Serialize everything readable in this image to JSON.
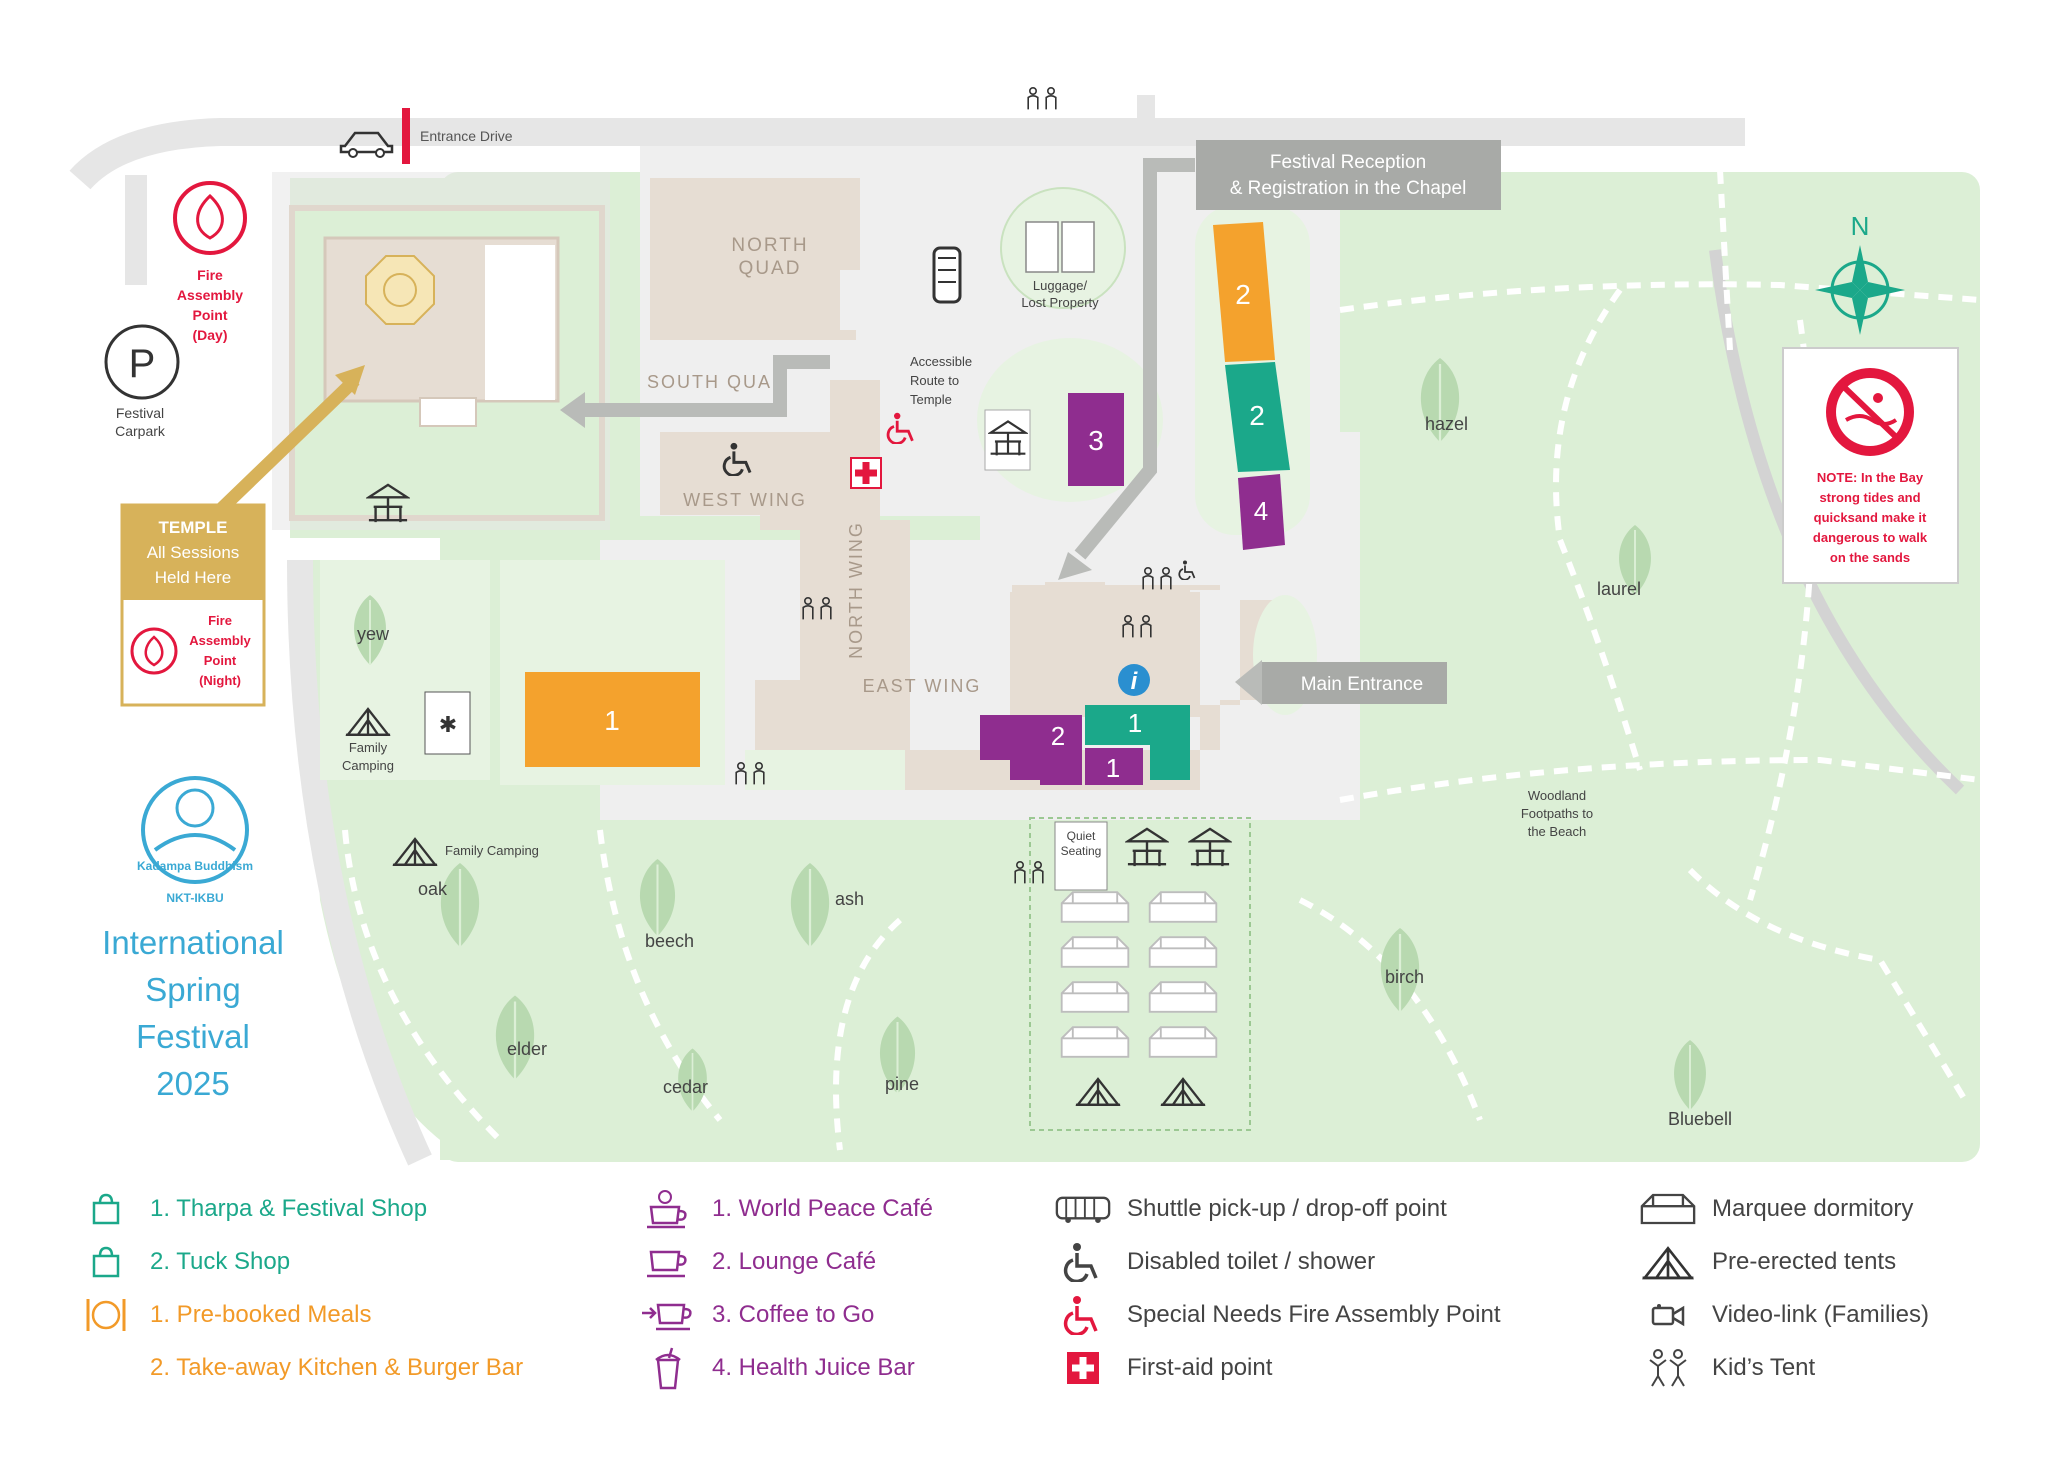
{
  "colors": {
    "grass": "#dcefd6",
    "grass_light": "#e7f3e2",
    "path": "#e6e6e6",
    "building": "#e6ddd3",
    "building_edge": "#d9cec1",
    "orange": "#f4a22d",
    "teal": "#1ba88a",
    "purple": "#8f2d8f",
    "gold": "#d7b25a",
    "red": "#e3173e",
    "grey_arrow": "#b9bbb8",
    "text_grey": "#555555",
    "brand_blue": "#3aa9d4"
  },
  "map": {
    "entrance_drive": "Entrance Drive",
    "fire_day": [
      "Fire",
      "Assembly",
      "Point",
      "(Day)"
    ],
    "parking_symbol": "P",
    "carpark": [
      "Festival",
      "Carpark"
    ],
    "north_quad": [
      "NORTH",
      "QUAD"
    ],
    "south_quad": "SOUTH QUAD",
    "west_wing": "WEST WING",
    "north_wing": "NORTH WING",
    "east_wing": "EAST WING",
    "luggage": [
      "Luggage/",
      "Lost Property"
    ],
    "accessible_route": [
      "Accessible",
      "Route to",
      "Temple"
    ],
    "reception": [
      "Festival Reception",
      "& Registration in the Chapel"
    ],
    "main_entrance": "Main Entrance",
    "temple_box": [
      "TEMPLE",
      "All Sessions",
      "Held Here"
    ],
    "fire_night": [
      "Fire",
      "Assembly",
      "Point",
      "(Night)"
    ],
    "family_camping_1": [
      "Family",
      "Camping"
    ],
    "family_camping_2": "Family Camping",
    "quiet_seating": [
      "Quiet",
      "Seating"
    ],
    "woodland": [
      "Woodland",
      "Footpaths to",
      "the Beach"
    ],
    "note_text": [
      "NOTE: In the Bay",
      "strong tides and",
      "quicksand make it",
      "dangerous to walk",
      "on the sands"
    ],
    "compass_letter": "N",
    "info_symbol": "i",
    "marquee_numbers": {
      "orange_big": "1",
      "orange_top": "2",
      "teal_top": "2",
      "purple_top": "4",
      "purple_lounge": "3",
      "purple_small": "2",
      "purple_small2": "1",
      "teal_small": "1"
    },
    "trees": {
      "yew": "yew",
      "oak": "oak",
      "beech": "beech",
      "ash": "ash",
      "elder": "elder",
      "cedar": "cedar",
      "pine": "pine",
      "hazel": "hazel",
      "laurel": "laurel",
      "birch": "birch",
      "bluebell": "Bluebell"
    }
  },
  "brand": {
    "logo_text": "Kadampa Buddhism",
    "logo_sub": "NKT-IKBU",
    "title_lines": [
      "International",
      "Spring",
      "Festival",
      "2025"
    ]
  },
  "legend": {
    "col1": [
      {
        "icon": "shopping-bag-icon",
        "label": "1. Tharpa & Festival Shop",
        "color": "green"
      },
      {
        "icon": "shopping-bag-icon",
        "label": "2. Tuck Shop",
        "color": "green"
      },
      {
        "icon": "plate-cutlery-icon",
        "label": "1. Pre-booked Meals",
        "color": "orange"
      },
      {
        "icon": "",
        "label": "2. Take-away Kitchen & Burger Bar",
        "color": "orange"
      }
    ],
    "col2": [
      {
        "icon": "globe-cup-icon",
        "label": "1. World Peace Café",
        "color": "purple"
      },
      {
        "icon": "coffee-cup-icon",
        "label": "2. Lounge Café",
        "color": "purple"
      },
      {
        "icon": "coffee-to-go-icon",
        "label": "3. Coffee to Go",
        "color": "purple"
      },
      {
        "icon": "juice-cup-icon",
        "label": "4. Health Juice Bar",
        "color": "purple"
      }
    ],
    "col3": [
      {
        "icon": "bus-icon",
        "label": "Shuttle pick-up / drop-off point",
        "color": "grey"
      },
      {
        "icon": "wheelchair-icon",
        "label": "Disabled toilet / shower",
        "color": "grey"
      },
      {
        "icon": "wheelchair-fire-icon",
        "label": "Special Needs Fire Assembly Point",
        "color": "grey"
      },
      {
        "icon": "first-aid-icon",
        "label": "First-aid point",
        "color": "grey"
      }
    ],
    "col4": [
      {
        "icon": "marquee-icon",
        "label": "Marquee dormitory",
        "color": "grey"
      },
      {
        "icon": "tent-icon",
        "label": "Pre-erected tents",
        "color": "grey"
      },
      {
        "icon": "video-camera-icon",
        "label": "Video-link (Families)",
        "color": "grey"
      },
      {
        "icon": "kids-icon",
        "label": "Kid’s Tent",
        "color": "grey"
      }
    ]
  }
}
